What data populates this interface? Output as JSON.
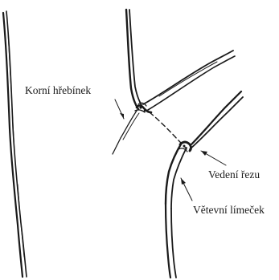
{
  "labels": {
    "root_crest": "Korní hřebínek",
    "cut_line": "Vedení řezu",
    "branch_collar": "Větevní límeček"
  },
  "colors": {
    "ink": "#1a1a1a",
    "background": "#ffffff"
  }
}
